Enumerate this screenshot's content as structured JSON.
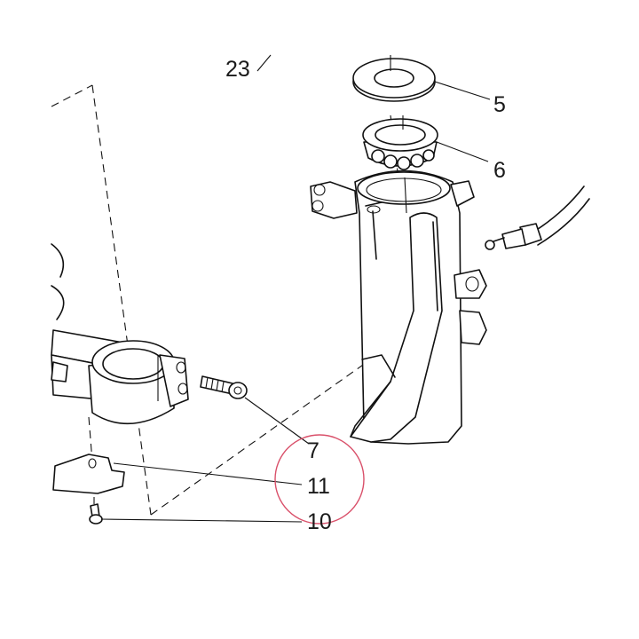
{
  "diagram": {
    "callouts": [
      {
        "id": "label-23",
        "text": "23"
      },
      {
        "id": "label-5",
        "text": "5"
      },
      {
        "id": "label-6",
        "text": "6"
      },
      {
        "id": "label-7",
        "text": "7"
      },
      {
        "id": "label-11",
        "text": "11"
      },
      {
        "id": "label-10",
        "text": "10"
      }
    ],
    "highlight_color": "#d9506a",
    "line_color": "#111111"
  }
}
